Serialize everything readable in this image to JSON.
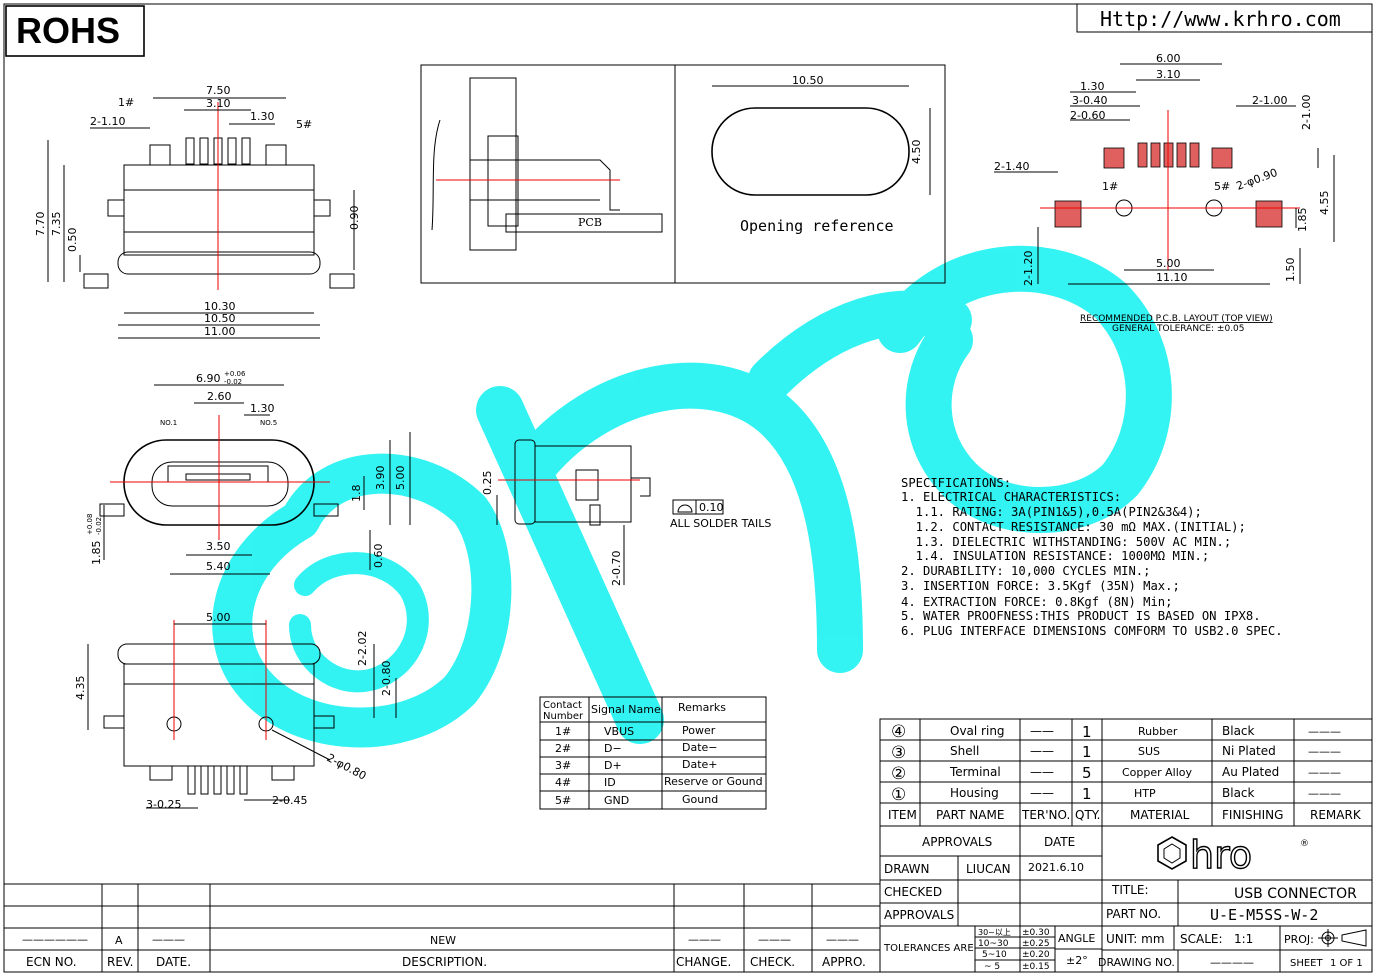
{
  "header": {
    "rohs": "ROHS",
    "url": "Http://www.krhro.com"
  },
  "watermark": {
    "text": "hro",
    "color": "#00f0f0"
  },
  "colors": {
    "centerline": "#e00000",
    "pad": "#e06060"
  },
  "top_view": {
    "dims": [
      "7.50",
      "3.10",
      "1.30",
      "2-1.10",
      "1#",
      "5#",
      "7.70",
      "7.35",
      "0.50",
      "0.90",
      "10.30",
      "10.50",
      "11.00"
    ]
  },
  "cross_section": {
    "pcb_label": "PCB"
  },
  "opening": {
    "width": "10.50",
    "height": "4.50",
    "label": "Opening reference"
  },
  "pcb_layout": {
    "dims": [
      "6.00",
      "3.10",
      "1.30",
      "3-0.40",
      "2-0.60",
      "2-1.00",
      "2-1.00",
      "2-1.40",
      "1#",
      "5#",
      "2-φ0.90",
      "4.55",
      "1.85",
      "5.00",
      "11.10",
      "2-1.20",
      "1.50"
    ],
    "caption": "RECOMMENDED P.C.B. LAYOUT (TOP VIEW)",
    "tolerance": "GENERAL TOLERANCE: ±0.05"
  },
  "front_view": {
    "dims": [
      "6.90",
      "+0.06",
      "-0.02",
      "2.60",
      "1.30",
      "NO.1",
      "NO.5",
      "3.90",
      "5.00",
      "1.8",
      "1.85",
      "+0.08",
      "-0.02",
      "3.50",
      "5.40",
      "0.60"
    ]
  },
  "side_view": {
    "dims": [
      "0.25",
      "0.10",
      "2-0.70"
    ],
    "solder_note": "ALL SOLDER TAILS"
  },
  "bottom_view": {
    "dims": [
      "5.00",
      "4.35",
      "2-2.02",
      "2-0.80",
      "2-φ0.80",
      "3-0.25",
      "2-0.45"
    ]
  },
  "specifications": [
    "SPECIFICATIONS:",
    "1. ELECTRICAL CHARACTERISTICS:",
    "  1.1. RATING: 3A(PIN1&5),0.5A(PIN2&3&4);",
    "  1.2. CONTACT RESISTANCE: 30 mΩ MAX.(INITIAL);",
    "  1.3. DIELECTRIC WITHSTANDING: 500V AC MIN.;",
    "  1.4. INSULATION RESISTANCE: 1000MΩ MIN.;",
    "2. DURABILITY: 10,000 CYCLES MIN.;",
    "3. INSERTION FORCE: 3.5Kgf (35N) Max.;",
    "4. EXTRACTION FORCE: 0.8Kgf (8N) Min;",
    "5. WATER PROOFNESS:THIS PRODUCT IS BASED ON IPX8.",
    "6. PLUG INTERFACE DIMENSIONS COMFORM TO USB2.0 SPEC."
  ],
  "pin_table": {
    "headers": [
      "Contact Number",
      "Signal Name",
      "Remarks"
    ],
    "rows": [
      [
        "1#",
        "VBUS",
        "Power"
      ],
      [
        "2#",
        "D−",
        "Date−"
      ],
      [
        "3#",
        "D+",
        "Date+"
      ],
      [
        "4#",
        "ID",
        "Reserve or Gound"
      ],
      [
        "5#",
        "GND",
        "Gound"
      ]
    ]
  },
  "bom": {
    "rows": [
      [
        "④",
        "Oval ring",
        "——",
        "1",
        "Rubber",
        "Black",
        "———"
      ],
      [
        "③",
        "Shell",
        "——",
        "1",
        "SUS",
        "Ni Plated",
        "———"
      ],
      [
        "②",
        "Terminal",
        "——",
        "5",
        "Copper Alloy",
        "Au Plated",
        "———"
      ],
      [
        "①",
        "Housing",
        "——",
        "1",
        "HTP",
        "Black",
        "———"
      ]
    ],
    "headers": [
      "ITEM",
      "PART NAME",
      "TER'NO.",
      "QTY.",
      "MATERIAL",
      "FINISHING",
      "REMARK"
    ]
  },
  "title_block": {
    "approvals_hdr": "APPROVALS",
    "date_hdr": "DATE",
    "drawn": "DRAWN",
    "drawn_by": "LIUCAN",
    "drawn_date": "2021.6.10",
    "checked": "CHECKED",
    "approvals": "APPROVALS",
    "logo": "hro",
    "title_label": "TITLE:",
    "title": "USB CONNECTOR",
    "part_label": "PART NO.",
    "part_no": "U-E-M5SS-W-2",
    "tol_label": "TOLERANCES ARE",
    "tol_ranges": [
      "30~以上",
      "10~30",
      "5~10",
      "~ 5"
    ],
    "tol_values": [
      "±0.30",
      "±0.25",
      "±0.20",
      "±0.15"
    ],
    "angle_label": "ANGLE",
    "angle": "±2°",
    "unit_label": "UNIT: mm",
    "scale_label": "SCALE:",
    "scale": "1:1",
    "proj_label": "PROJ:",
    "drawing_no_label": "DRAWING NO.",
    "drawing_no": "————",
    "sheet_label": "SHEET",
    "sheet": "1 OF 1"
  },
  "revision_block": {
    "rev": "A",
    "description": "NEW",
    "date_dash": "———",
    "ecn_dash": "——————",
    "headers": [
      "ECN NO.",
      "REV.",
      "DATE.",
      "DESCRIPTION.",
      "CHANGE.",
      "CHECK.",
      "APPRO."
    ]
  }
}
